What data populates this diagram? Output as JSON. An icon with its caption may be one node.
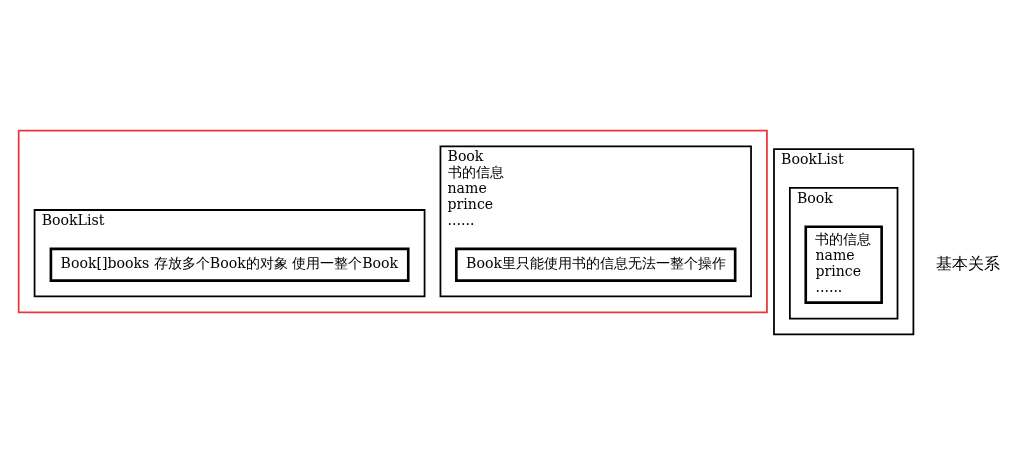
{
  "diagram": {
    "nodes": [
      {
        "text": [],
        "shape": "box"
      },
      {
        "text": [
          "Book",
          "书的信息",
          "name",
          "prince",
          "......"
        ],
        "in": 0
      },
      {
        "text": [
          "Book里只能使用书的信息无法一整个操作"
        ],
        "in": 1
      },
      {
        "text": [
          "BookList"
        ],
        "in": 0
      },
      {
        "text": [
          "Book[]books 存放多个Book的对象 使用一整个Book"
        ],
        "in": 3
      },
      {
        "text": [
          "BookList"
        ]
      },
      {
        "text": [
          "Book"
        ],
        "in": 5
      },
      {
        "text": [
          "书的信息",
          "name",
          "prince",
          "......"
        ],
        "in": 6
      }
    ],
    "edges": [],
    "labels": [
      "基本关系"
    ]
  }
}
